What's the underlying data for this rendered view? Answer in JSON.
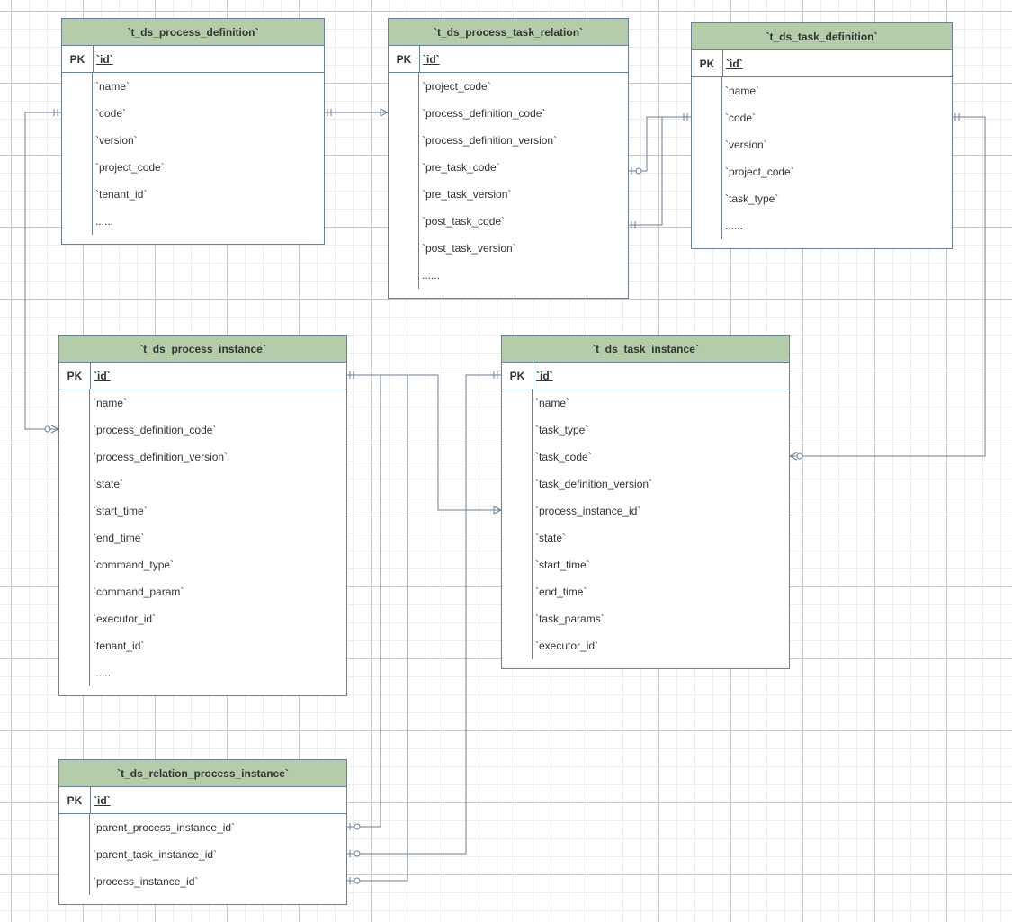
{
  "entities": [
    {
      "id": "process_definition",
      "title": "`t_ds_process_definition`",
      "pk_label": "PK",
      "pk": "`id`",
      "fields": [
        "`name`",
        "`code`",
        "`version`",
        "`project_code`",
        "`tenant_id`",
        "......"
      ]
    },
    {
      "id": "process_task_relation",
      "title": "`t_ds_process_task_relation`",
      "pk_label": "PK",
      "pk": "`id`",
      "fields": [
        "`project_code`",
        "`process_definition_code`",
        "`process_definition_version`",
        "`pre_task_code`",
        "`pre_task_version`",
        "`post_task_code`",
        "`post_task_version`",
        "......"
      ]
    },
    {
      "id": "task_definition",
      "title": "`t_ds_task_definition`",
      "pk_label": "PK",
      "pk": "`id`",
      "fields": [
        "`name`",
        "`code`",
        "`version`",
        "`project_code`",
        "`task_type`",
        "......"
      ]
    },
    {
      "id": "process_instance",
      "title": "`t_ds_process_instance`",
      "pk_label": "PK",
      "pk": "`id`",
      "fields": [
        "`name`",
        "`process_definition_code`",
        "`process_definition_version`",
        "`state`",
        "`start_time`",
        "`end_time`",
        "`command_type`",
        "`command_param`",
        "`executor_id`",
        "`tenant_id`",
        "......"
      ]
    },
    {
      "id": "task_instance",
      "title": "`t_ds_task_instance`",
      "pk_label": "PK",
      "pk": "`id`",
      "fields": [
        "`name`",
        "`task_type`",
        "`task_code`",
        "`task_definition_version`",
        "`process_instance_id`",
        "`state`",
        "`start_time`",
        "`end_time`",
        "`task_params`",
        "`executor_id`"
      ]
    },
    {
      "id": "relation_process_instance",
      "title": "`t_ds_relation_process_instance`",
      "pk_label": "PK",
      "pk": "`id`",
      "fields": [
        "`parent_process_instance_id`",
        "`parent_task_instance_id`",
        "`process_instance_id`"
      ]
    }
  ],
  "colors": {
    "header": "#b5ccab",
    "border": "#6c7f93",
    "text": "#333333",
    "connector": "#6c7f93"
  }
}
